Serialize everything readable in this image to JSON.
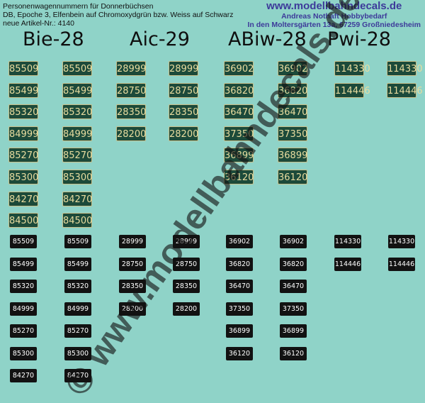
{
  "header": {
    "line1": "Personenwagennummern für Donnerbüchsen",
    "line2": "DB, Epoche 3, Elfenbein auf Chromoxydgrün bzw. Weiss auf Schwarz",
    "line3": "neue Artikel-Nr.: 4140"
  },
  "vendor": {
    "site": "www.modellbahndecals.de",
    "name": "Andreas Nothaft Hobbybedarf",
    "address": "In den Moltersgärten 13a, 67259 Großniedesheim"
  },
  "columns": [
    {
      "title": "Bie-28",
      "numbers": [
        "85509",
        "85499",
        "85320",
        "84999",
        "85270",
        "85300",
        "84270",
        "84500"
      ]
    },
    {
      "title": "Aic-29",
      "numbers": [
        "28999",
        "28750",
        "28350",
        "28200"
      ]
    },
    {
      "title": "ABiw-28",
      "numbers": [
        "36902",
        "36820",
        "36470",
        "37350",
        "36899",
        "36120"
      ]
    },
    {
      "title": "Pwi-28",
      "numbers": [
        "114330",
        "114446"
      ]
    }
  ],
  "black_columns": [
    {
      "numbers": [
        "85509",
        "85499",
        "85320",
        "84999",
        "85270",
        "85300",
        "84270"
      ]
    },
    {
      "numbers": [
        "28999",
        "28750",
        "28350",
        "28200"
      ]
    },
    {
      "numbers": [
        "36902",
        "36820",
        "36470",
        "37350",
        "36899",
        "36120"
      ]
    },
    {
      "numbers": [
        "114330",
        "114446"
      ]
    }
  ],
  "watermark": "© www.modellbahndecals.de",
  "colors": {
    "background": "#8fd3c8",
    "plate_green": "#1c4a3a",
    "plate_ivory_text": "#e8dc9f",
    "plate_black": "#121212",
    "vendor_text": "#3d3a9a"
  }
}
